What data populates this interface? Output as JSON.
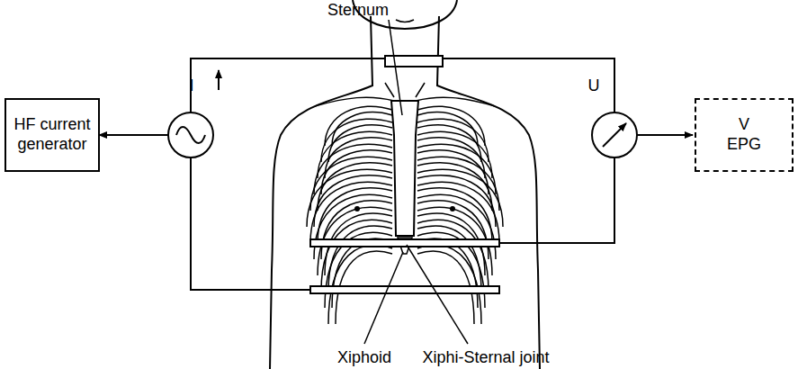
{
  "diagram": {
    "nodes": [
      {
        "text": [
          "HF current generator"
        ]
      },
      {
        "text": [
          "V EPG"
        ]
      }
    ],
    "labels": [
      "Sternum",
      "I",
      "U",
      "Xiphoid",
      "Xiphi-Sternal joint"
    ]
  }
}
